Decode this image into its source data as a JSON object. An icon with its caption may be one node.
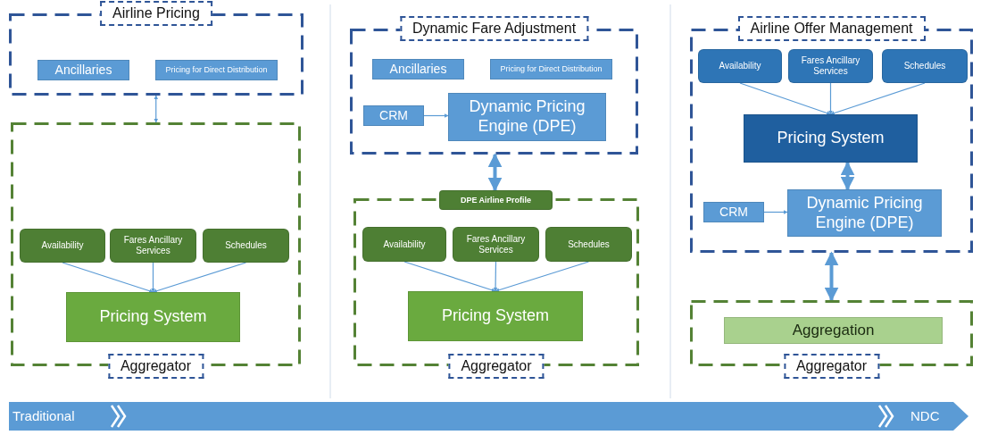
{
  "diagram": {
    "nodes": [
      {
        "text": [
          "Airline Pricing"
        ]
      },
      {
        "text": [
          "Ancillaries"
        ],
        "in": 0
      },
      {
        "text": [
          "Pricing for Direct Distribution"
        ],
        "in": 0
      },
      {
        "text": [
          "Aggregator"
        ]
      },
      {
        "text": [
          "Availability"
        ],
        "in": 3
      },
      {
        "text": [
          "Fares Ancillary Services"
        ],
        "in": 3
      },
      {
        "text": [
          "Schedules"
        ],
        "in": 3
      },
      {
        "text": [
          "Pricing System"
        ],
        "in": 3
      },
      {
        "text": [
          "Dynamic Fare Adjustment"
        ]
      },
      {
        "text": [
          "Ancillaries"
        ],
        "in": 8
      },
      {
        "text": [
          "Pricing for Direct Distribution"
        ],
        "in": 8
      },
      {
        "text": [
          "CRM"
        ],
        "in": 8
      },
      {
        "text": [
          "Dynamic Pricing Engine (DPE)"
        ],
        "in": 8
      },
      {
        "text": [
          "Aggregator"
        ]
      },
      {
        "text": [
          "DPE Airline Profile"
        ],
        "in": 13
      },
      {
        "text": [
          "Availability"
        ],
        "in": 13
      },
      {
        "text": [
          "Fares Ancillary Services"
        ],
        "in": 13
      },
      {
        "text": [
          "Schedules"
        ],
        "in": 13
      },
      {
        "text": [
          "Pricing System"
        ],
        "in": 13
      },
      {
        "text": [
          "Airline Offer Management"
        ]
      },
      {
        "text": [
          "Availability"
        ],
        "in": 19
      },
      {
        "text": [
          "Fares Ancillary Services"
        ],
        "in": 19
      },
      {
        "text": [
          "Schedules"
        ],
        "in": 19
      },
      {
        "text": [
          "Pricing System"
        ],
        "in": 19
      },
      {
        "text": [
          "CRM"
        ],
        "in": 19
      },
      {
        "text": [
          "Dynamic Pricing Engine (DPE)"
        ],
        "in": 19
      },
      {
        "text": [
          "Aggregator"
        ]
      },
      {
        "text": [
          "Aggregation"
        ],
        "in": 26
      }
    ],
    "edges": [
      {
        "from": 0,
        "to": 3,
        "arrow": "both"
      },
      {
        "from": 4,
        "to": 7,
        "arrow": "to"
      },
      {
        "from": 5,
        "to": 7,
        "arrow": "to"
      },
      {
        "from": 6,
        "to": 7,
        "arrow": "to"
      },
      {
        "from": 11,
        "to": 12,
        "arrow": "to"
      },
      {
        "from": 8,
        "to": 14,
        "arrow": "both",
        "style": "thick"
      },
      {
        "from": 15,
        "to": 18,
        "arrow": "to"
      },
      {
        "from": 16,
        "to": 18,
        "arrow": "to"
      },
      {
        "from": 17,
        "to": 18,
        "arrow": "to"
      },
      {
        "from": 20,
        "to": 23,
        "arrow": "to"
      },
      {
        "from": 21,
        "to": 23,
        "arrow": "to"
      },
      {
        "from": 22,
        "to": 23,
        "arrow": "to"
      },
      {
        "from": 23,
        "to": 25,
        "arrow": "both",
        "style": "thick"
      },
      {
        "from": 24,
        "to": 25,
        "arrow": "to"
      },
      {
        "from": 19,
        "to": 26,
        "arrow": "both",
        "style": "thick"
      }
    ],
    "labels": [
      "Traditional",
      "NDC"
    ]
  }
}
